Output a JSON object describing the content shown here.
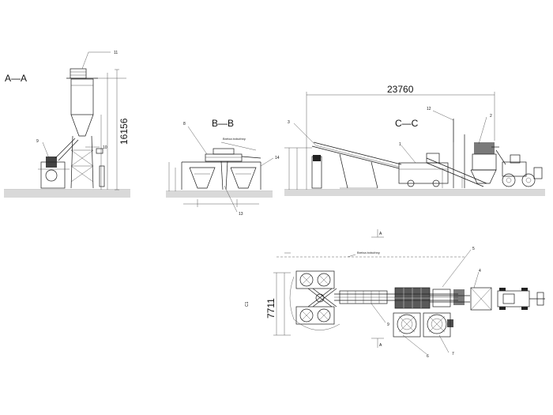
{
  "views": {
    "aa": {
      "label": "A—A",
      "dim_height": "16156",
      "callout_11": "11",
      "callout_9": "9",
      "callout_10": "10"
    },
    "bb": {
      "label": "B—B",
      "caption": "Bretxa bxbuthny",
      "callout_8": "8",
      "callout_14": "14",
      "callout_13": "13"
    },
    "cc": {
      "label": "C—C",
      "dim_length": "23760",
      "callout_3": "3",
      "callout_12": "12",
      "callout_2": "2",
      "callout_1": "1"
    },
    "plan": {
      "caption": "Bretxa bxbuthny",
      "dim_width": "7711",
      "section_mark": "C1",
      "callout_5": "5",
      "callout_4": "4",
      "callout_6": "6",
      "callout_7": "7",
      "callout_9b": "9",
      "marker_a1": "A",
      "marker_a2": "A"
    }
  }
}
